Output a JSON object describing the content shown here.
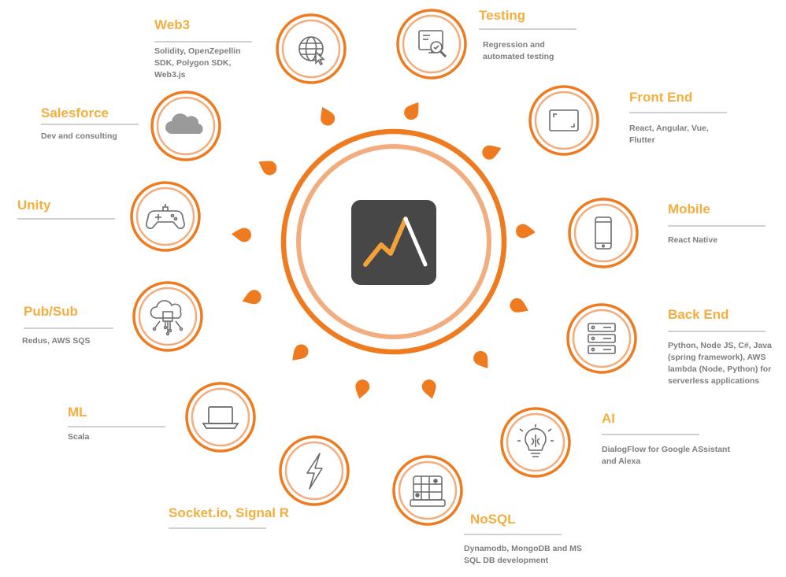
{
  "colors": {
    "accent": "#ef7b20",
    "title": "#f4ae3e",
    "ring_light": "#f2ad7e",
    "text": "#7d7d7d",
    "logo_bg": "#474747"
  },
  "nodes": [
    {
      "id": "web3",
      "title": "Web3",
      "desc": [
        "Solidity, OpenZepellin",
        "SDK, Polygon SDK,",
        "Web3.js"
      ],
      "icon": "globe-cursor-icon"
    },
    {
      "id": "testing",
      "title": "Testing",
      "desc": [
        "Regression and",
        "automated testing"
      ],
      "icon": "monitor-test-icon"
    },
    {
      "id": "frontend",
      "title": "Front End",
      "desc": [
        "React, Angular, Vue,",
        "Flutter"
      ],
      "icon": "screen-frame-icon"
    },
    {
      "id": "mobile",
      "title": "Mobile",
      "desc": [
        "React Native"
      ],
      "icon": "smartphone-icon"
    },
    {
      "id": "backend",
      "title": "Back End",
      "desc": [
        "Python, Node JS, C#, Java",
        "(spring framework), AWS",
        "lambda (Node, Python) for",
        "serverless applications"
      ],
      "icon": "server-stack-icon"
    },
    {
      "id": "ai",
      "title": "AI",
      "desc": [
        "DialogFlow for Google ASsistant",
        "and Alexa"
      ],
      "icon": "bulb-brain-icon"
    },
    {
      "id": "nosql",
      "title": "NoSQL",
      "desc": [
        "Dynamodb, MongoDB and MS",
        "SQL DB development"
      ],
      "icon": "database-grid-icon"
    },
    {
      "id": "socket",
      "title": "Socket.io, Signal R",
      "desc": [],
      "icon": "lightning-icon"
    },
    {
      "id": "ml",
      "title": "ML",
      "desc": [
        "Scala"
      ],
      "icon": "laptop-icon"
    },
    {
      "id": "pubsub",
      "title": "Pub/Sub",
      "desc": [
        "Redus, AWS SQS"
      ],
      "icon": "cloud-chip-icon"
    },
    {
      "id": "unity",
      "title": "Unity",
      "desc": [],
      "icon": "gamepad-icon"
    },
    {
      "id": "salesforce",
      "title": "Salesforce",
      "desc": [
        "Dev and consulting"
      ],
      "icon": "cloud-icon"
    }
  ]
}
